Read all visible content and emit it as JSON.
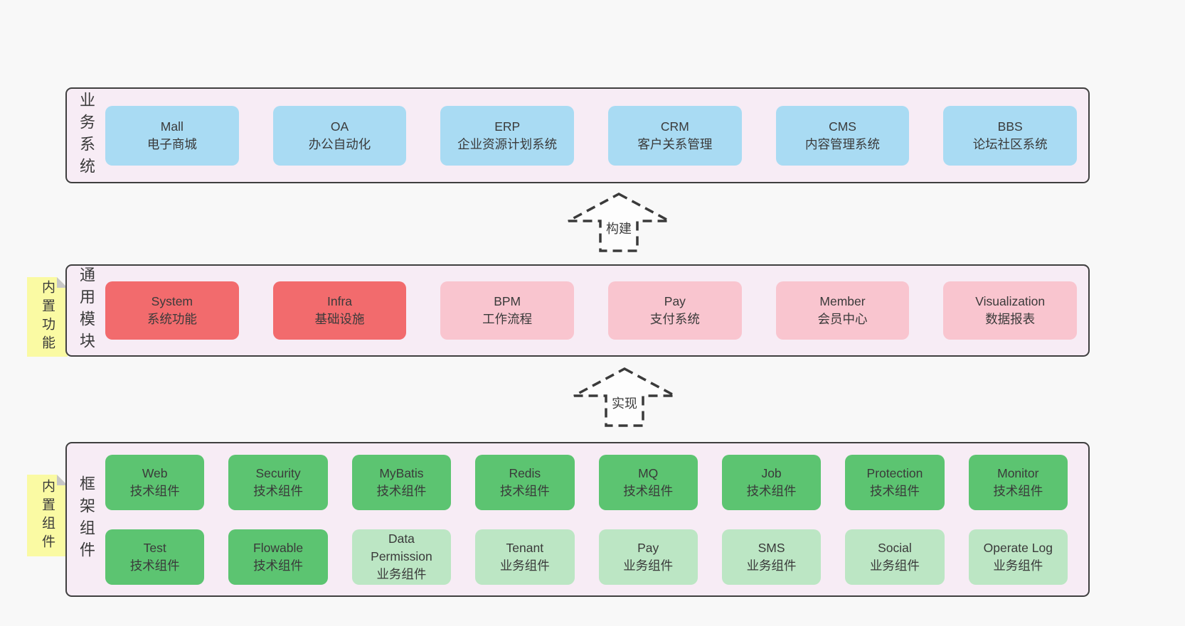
{
  "layers": {
    "business": {
      "label": "业务系统",
      "boxes": [
        {
          "name": "Mall",
          "desc": "电子商城"
        },
        {
          "name": "OA",
          "desc": "办公自动化"
        },
        {
          "name": "ERP",
          "desc": "企业资源计划系统"
        },
        {
          "name": "CRM",
          "desc": "客户关系管理"
        },
        {
          "name": "CMS",
          "desc": "内容管理系统"
        },
        {
          "name": "BBS",
          "desc": "论坛社区系统"
        }
      ]
    },
    "modules": {
      "label": "通用模块",
      "tag": "内置功能",
      "boxes": [
        {
          "name": "System",
          "desc": "系统功能",
          "emphasis": "strong"
        },
        {
          "name": "Infra",
          "desc": "基础设施",
          "emphasis": "strong"
        },
        {
          "name": "BPM",
          "desc": "工作流程",
          "emphasis": "normal"
        },
        {
          "name": "Pay",
          "desc": "支付系统",
          "emphasis": "normal"
        },
        {
          "name": "Member",
          "desc": "会员中心",
          "emphasis": "normal"
        },
        {
          "name": "Visualization",
          "desc": "数据报表",
          "emphasis": "normal"
        }
      ]
    },
    "framework": {
      "label": "框架组件",
      "tag": "内置组件",
      "row1": [
        {
          "name": "Web",
          "desc": "技术组件"
        },
        {
          "name": "Security",
          "desc": "技术组件"
        },
        {
          "name": "MyBatis",
          "desc": "技术组件"
        },
        {
          "name": "Redis",
          "desc": "技术组件"
        },
        {
          "name": "MQ",
          "desc": "技术组件"
        },
        {
          "name": "Job",
          "desc": "技术组件"
        },
        {
          "name": "Protection",
          "desc": "技术组件"
        },
        {
          "name": "Monitor",
          "desc": "技术组件"
        }
      ],
      "row2": [
        {
          "name": "Test",
          "desc": "技术组件"
        },
        {
          "name": "Flowable",
          "desc": "技术组件"
        },
        {
          "name": "Data\nPermission",
          "desc": "业务组件"
        },
        {
          "name": "Tenant",
          "desc": "业务组件"
        },
        {
          "name": "Pay",
          "desc": "业务组件"
        },
        {
          "name": "SMS",
          "desc": "业务组件"
        },
        {
          "name": "Social",
          "desc": "业务组件"
        },
        {
          "name": "Operate Log",
          "desc": "业务组件"
        }
      ]
    }
  },
  "arrows": {
    "build": "构建",
    "implement": "实现"
  },
  "colors": {
    "page_bg": "#f8f8f8",
    "container_bg": "#f7ecf5",
    "container_border": "#3f3f3f",
    "system_blue": "#a9dbf3",
    "module_red": "#f26b6d",
    "module_pink": "#f9c5cf",
    "tech_green": "#5cc471",
    "biz_green": "#bce6c4",
    "sticky_yellow": "#fafaa3",
    "text": "#3a3a3a"
  }
}
